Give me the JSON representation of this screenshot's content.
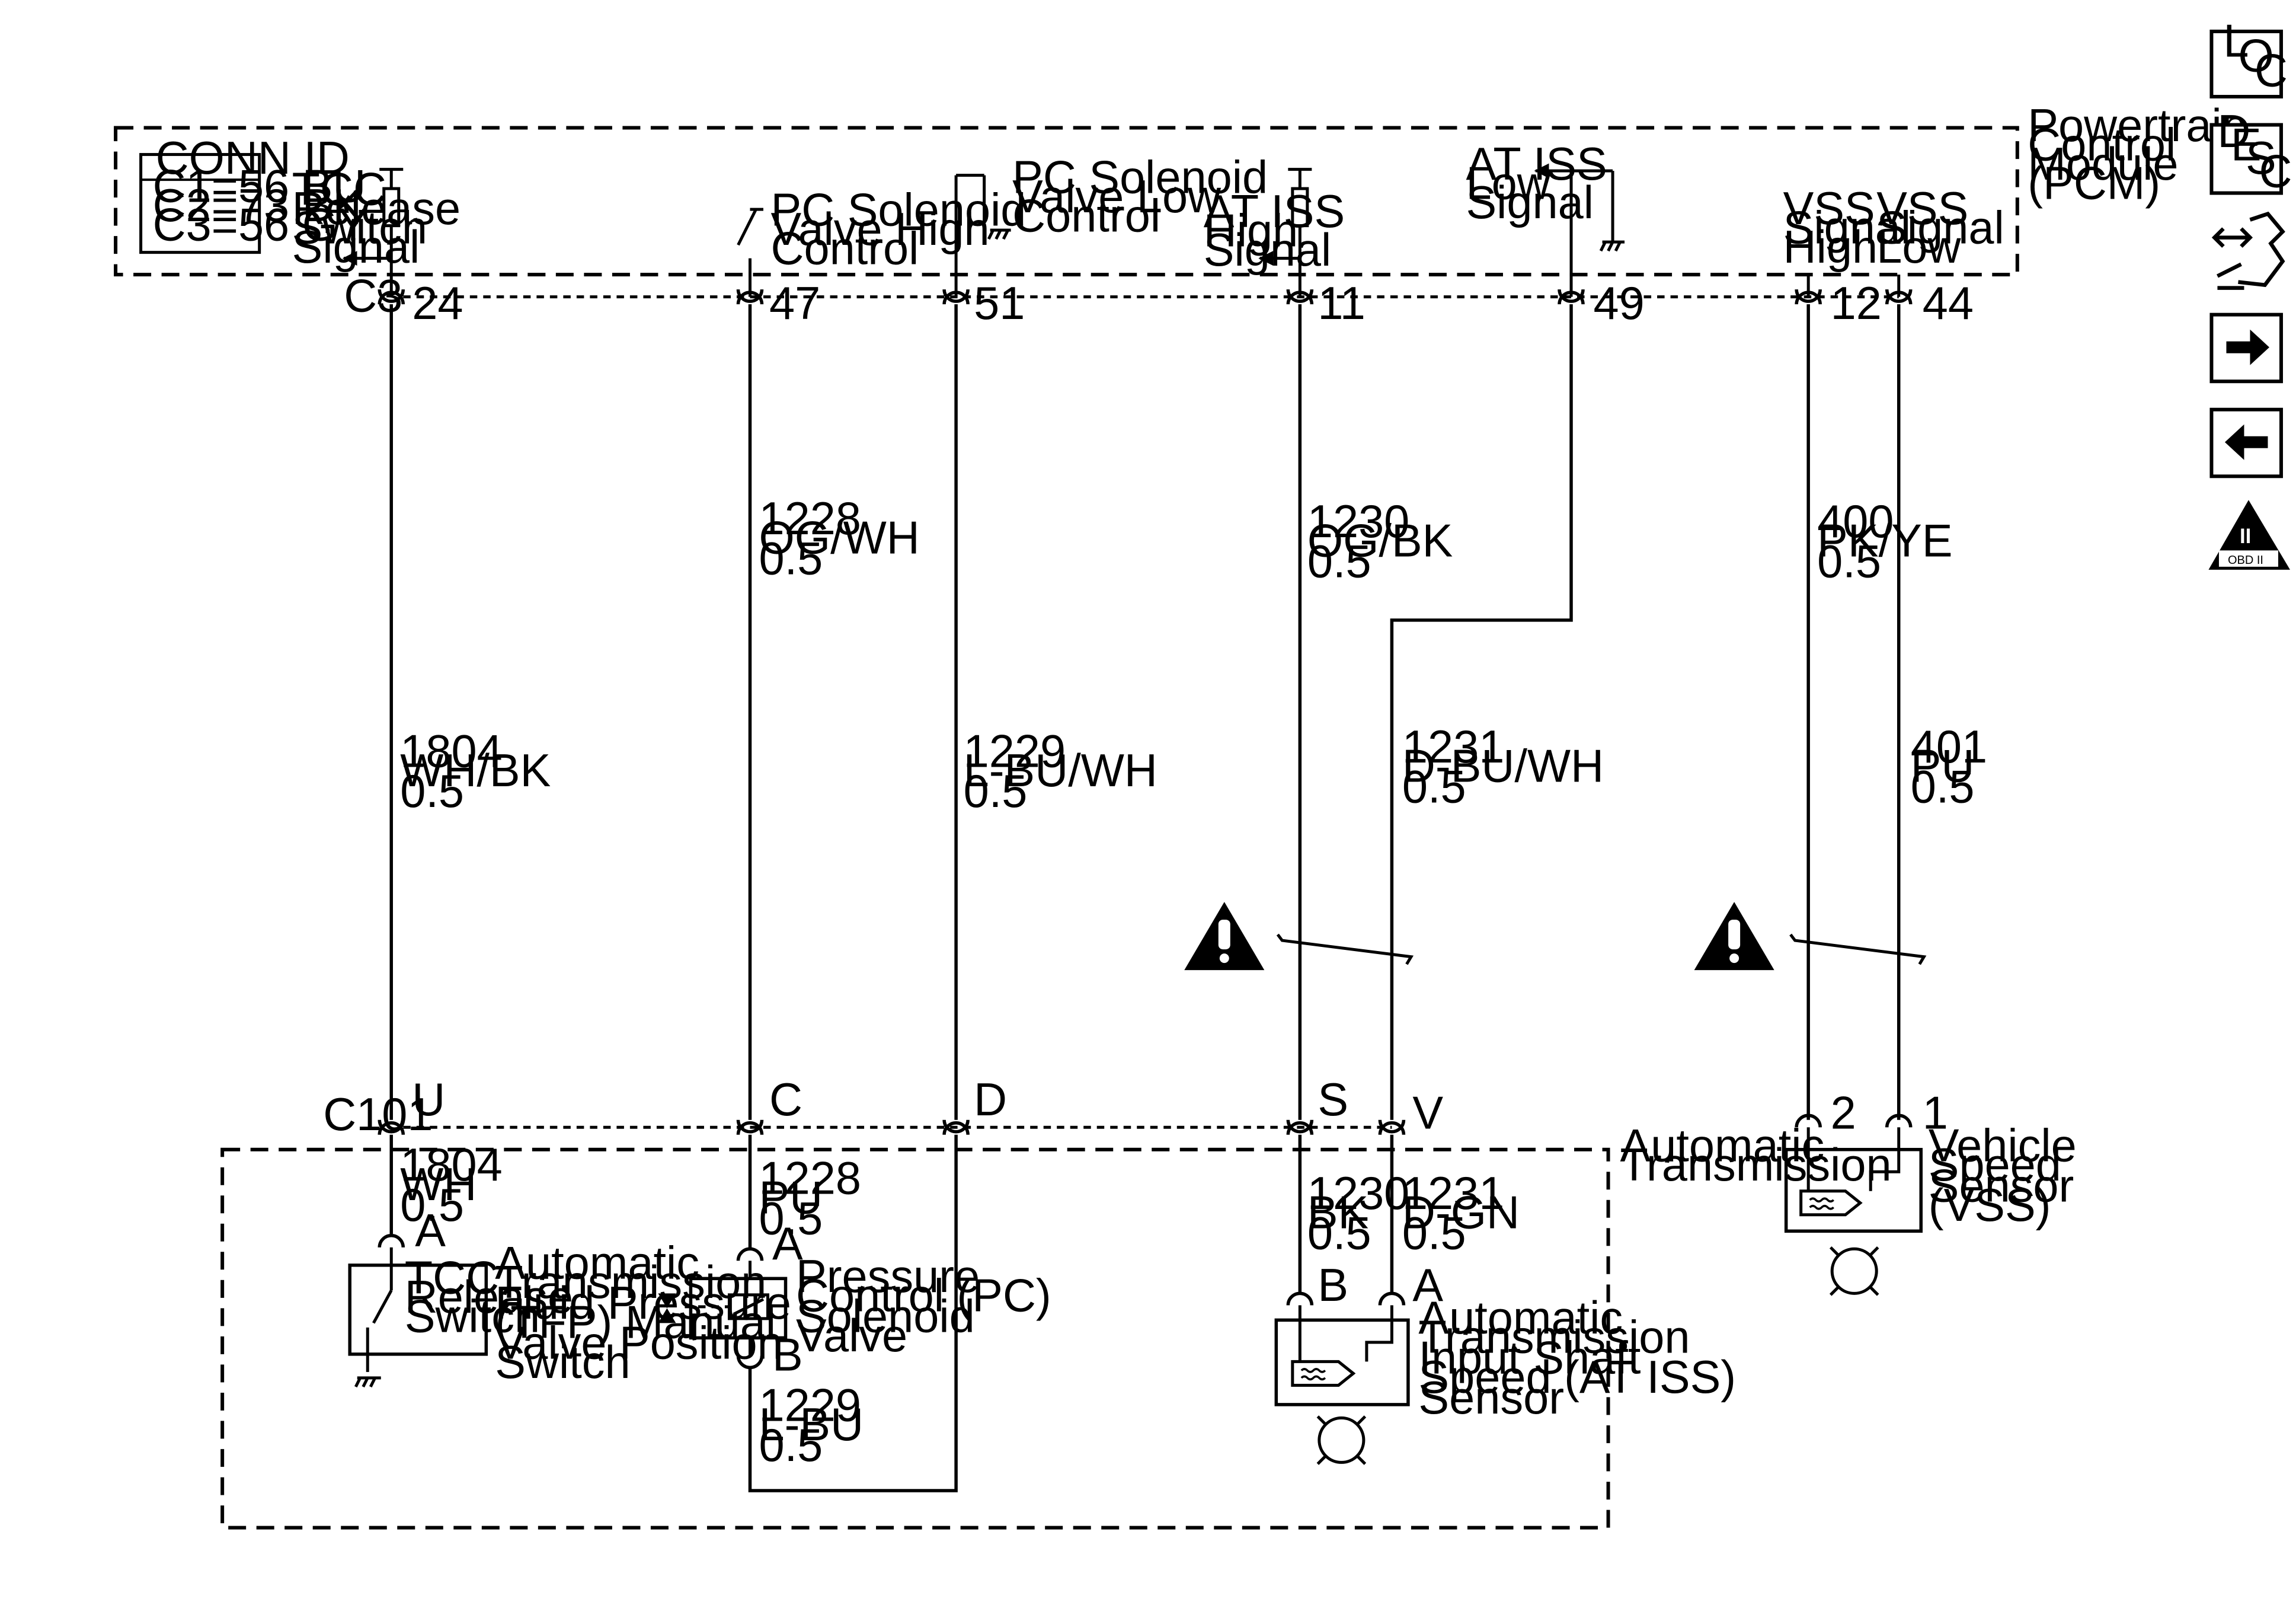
{
  "pcm": {
    "title": [
      "Powertrain",
      "Control",
      "Module",
      "(PCM)"
    ],
    "conn_id_header": "CONN ID",
    "conn_ids": [
      "C1=56 BU",
      "C2=73 BK",
      "C3=56 GY"
    ],
    "connector": "C3"
  },
  "signals": {
    "tcc_release": [
      "TCC",
      "Release",
      "Switch",
      "Signal"
    ],
    "pc_high": [
      "PC Solenoid",
      "Valve High",
      "Control"
    ],
    "pc_low": [
      "PC Solenoid",
      "Valve Low",
      "Control"
    ],
    "atiss_high": [
      "AT ISS",
      "High",
      "Signal"
    ],
    "atiss_low": [
      "AT ISS",
      "Low",
      "Signal"
    ],
    "vss_high": [
      "VSS",
      "Signal",
      "High"
    ],
    "vss_low": [
      "VSS",
      "Signal",
      "Low"
    ]
  },
  "pins_top": [
    "24",
    "47",
    "51",
    "11",
    "49",
    "12",
    "44"
  ],
  "wires_upper": {
    "w1228": [
      "1228",
      "OG/WH",
      "0.5"
    ],
    "w1230": [
      "1230",
      "OG/BK",
      "0.5"
    ],
    "w400": [
      "400",
      "PK/YE",
      "0.5"
    ],
    "w1804": [
      "1804",
      "WH/BK",
      "0.5"
    ],
    "w1229": [
      "1229",
      "L-BU/WH",
      "0.5"
    ],
    "w1231": [
      "1231",
      "D-BU/WH",
      "0.5"
    ],
    "w401": [
      "401",
      "PU",
      "0.5"
    ]
  },
  "c101": {
    "connector": "C101",
    "pins": [
      "U",
      "C",
      "D",
      "S",
      "V"
    ]
  },
  "wires_lower": {
    "w1804": [
      "1804",
      "WH",
      "0.5"
    ],
    "w1228": [
      "1228",
      "PU",
      "0.5"
    ],
    "w1230": [
      "1230",
      "BK",
      "0.5"
    ],
    "w1231": [
      "1231",
      "D-GN",
      "0.5"
    ],
    "w1229": [
      "1229",
      "L-BU",
      "0.5"
    ]
  },
  "trans": {
    "title": [
      "Automatic",
      "Transmission"
    ],
    "tcc_pin": "A",
    "tcc_box": [
      "TCC",
      "Release",
      "Switch"
    ],
    "tfp_name": [
      "Automatic",
      "Transmission",
      "Fluid Pressure",
      "(TFP) Manual",
      "Valve Position",
      "Switch"
    ],
    "pc_pin_a": "A",
    "pc_pin_b": "B",
    "pc_name": [
      "Pressure",
      "Control (PC)",
      "Solenoid",
      "Valve"
    ],
    "atiss_pin_b": "B",
    "atiss_pin_a": "A",
    "atiss_name": [
      "Automatic",
      "Transmission",
      "Input Shaft",
      "Speed (AT ISS)",
      "Sensor"
    ]
  },
  "vss": {
    "pin_2": "2",
    "pin_1": "1",
    "name": [
      "Vehicle",
      "Speed",
      "Sensor",
      "(VSS)"
    ]
  },
  "nav": {
    "loc": [
      "L",
      "O",
      "C"
    ],
    "desc": [
      "D",
      "E",
      "S",
      "C"
    ],
    "obd": [
      "II",
      "OBD II"
    ],
    "connector_icon": "connector-icon",
    "next_icon": "arrow-right-icon",
    "prev_icon": "arrow-left-icon"
  }
}
